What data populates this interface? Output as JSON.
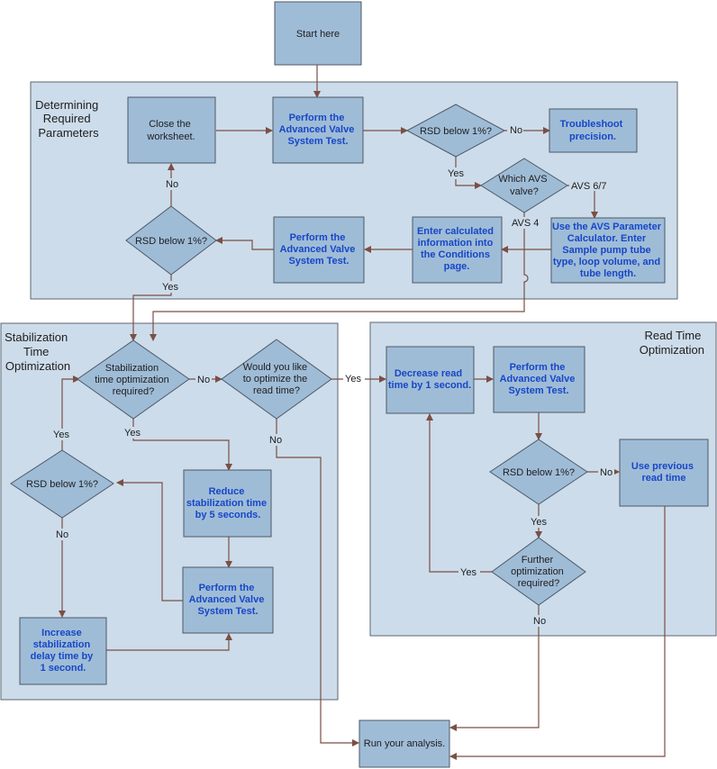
{
  "lanes": {
    "determining": [
      "Determining",
      "Required",
      "Parameters"
    ],
    "stabilization": [
      "Stabilization",
      "Time",
      "Optimization"
    ],
    "readtime": [
      "Read Time",
      "Optimization"
    ]
  },
  "nodes": {
    "start": [
      "Start here"
    ],
    "close_worksheet": [
      "Close the",
      "worksheet."
    ],
    "perform_avst_1": [
      "Perform the",
      "Advanced Valve",
      "System Test."
    ],
    "rsd_1": [
      "RSD below 1%?"
    ],
    "troubleshoot": [
      "Troubleshoot",
      "precision."
    ],
    "which_avs": [
      "Which AVS",
      "valve?"
    ],
    "use_avs_calc": [
      "Use the AVS Parameter",
      "Calculator. Enter",
      "Sample pump tube",
      "type, loop volume, and",
      "tube length."
    ],
    "enter_calc": [
      "Enter calculated",
      "information into",
      "the Conditions",
      "page."
    ],
    "perform_avst_2": [
      "Perform the",
      "Advanced Valve",
      "System Test."
    ],
    "rsd_2": [
      "RSD below 1%?"
    ],
    "stab_required": [
      "Stabilization",
      "time optimization",
      "required?"
    ],
    "optimize_read": [
      "Would you like",
      "to optimize the",
      "read time?"
    ],
    "rsd_3": [
      "RSD below 1%?"
    ],
    "reduce_stab": [
      "Reduce",
      "stabilization time",
      "by 5 seconds."
    ],
    "perform_avst_3": [
      "Perform the",
      "Advanced Valve",
      "System Test."
    ],
    "increase_stab": [
      "Increase",
      "stabilization",
      "delay time by",
      "1 second."
    ],
    "decrease_read": [
      "Decrease read",
      "time by 1 second."
    ],
    "perform_avst_4": [
      "Perform the",
      "Advanced Valve",
      "System Test."
    ],
    "rsd_4": [
      "RSD below 1%?"
    ],
    "use_previous": [
      "Use previous",
      "read time"
    ],
    "further_opt": [
      "Further",
      "optimization",
      "required?"
    ],
    "run_analysis": [
      "Run your analysis."
    ]
  },
  "edge_labels": {
    "rsd1_no": "No",
    "rsd1_yes": "Yes",
    "avs67": "AVS 6/7",
    "avs4": "AVS 4",
    "rsd2_no": "No",
    "rsd2_yes": "Yes",
    "stab_no": "No",
    "stab_yes": "Yes",
    "opt_yes": "Yes",
    "opt_no": "No",
    "rsd3_yes": "Yes",
    "rsd3_no": "No",
    "rsd4_no": "No",
    "rsd4_yes": "Yes",
    "further_yes": "Yes",
    "further_no": "No"
  },
  "colors": {
    "lane_fill": "#cddcea",
    "node_fill": "#9fbcd7",
    "action_text": "#1747c7",
    "connector": "#7a4f45"
  }
}
